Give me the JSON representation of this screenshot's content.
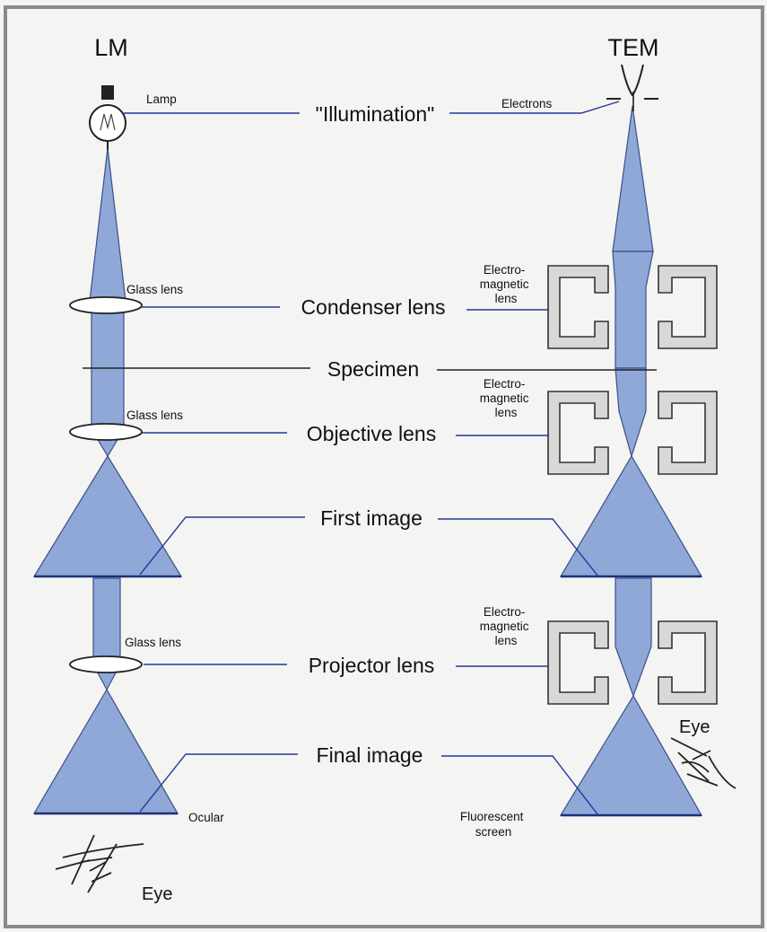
{
  "headers": {
    "lm": "LM",
    "tem": "TEM"
  },
  "labels": {
    "illumination": "\"Illumination\"",
    "condenser_lens": "Condenser lens",
    "specimen": "Specimen",
    "objective_lens": "Objective lens",
    "first_image": "First image",
    "projector_lens": "Projector lens",
    "final_image": "Final image"
  },
  "lm_notes": {
    "lamp": "Lamp",
    "glass_lens_condenser": "Glass lens",
    "glass_lens_objective": "Glass lens",
    "glass_lens_projector": "Glass lens",
    "ocular": "Ocular",
    "eye": "Eye"
  },
  "tem_notes": {
    "electrons": "Electrons",
    "em_lens_condenser": [
      "Electro-",
      "magnetic",
      "lens"
    ],
    "em_lens_objective": [
      "Electro-",
      "magnetic",
      "lens"
    ],
    "em_lens_projector": [
      "Electro-",
      "magnetic",
      "lens"
    ],
    "fluorescent_screen": [
      "Fluorescent",
      "screen"
    ],
    "eye": "Eye"
  },
  "colors": {
    "beam": "#8fa8d8",
    "leader": "#24379a",
    "magnet": "#d8d8d8"
  }
}
